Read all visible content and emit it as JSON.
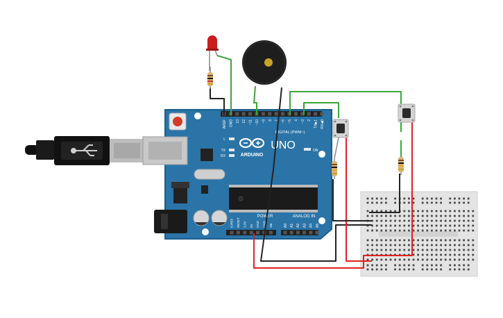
{
  "board": {
    "header_labels": [
      "AREF",
      "GND",
      "13",
      "12",
      "~11",
      "~10",
      "~9",
      "8",
      "7",
      "~6",
      "~5",
      "4",
      "~3",
      "2",
      "TX▶1",
      "RX◀0"
    ],
    "digital_label": "DIGITAL (PWM~)",
    "logo_text": "ARDUINO",
    "model_text": "UNO",
    "on_label": "ON",
    "led_labels": [
      "L",
      "TX",
      "RX"
    ],
    "power_header_title": "POWER",
    "analog_header_title": "ANALOG IN",
    "power_pin_labels": [
      "IOREF",
      "RESET",
      "3.3V",
      "5V",
      "GND",
      "GND",
      "Vin"
    ],
    "analog_pin_labels": [
      "A0",
      "A1",
      "A2",
      "A3",
      "A4",
      "A5"
    ]
  },
  "colors": {
    "board": "#2a74a8",
    "board_edge": "#1d5d8c",
    "wire_green": "#3aa63a",
    "wire_red": "#e02020",
    "wire_black": "#222222",
    "breadboard": "#e4e4e4",
    "led_red": "#c81e1e"
  }
}
